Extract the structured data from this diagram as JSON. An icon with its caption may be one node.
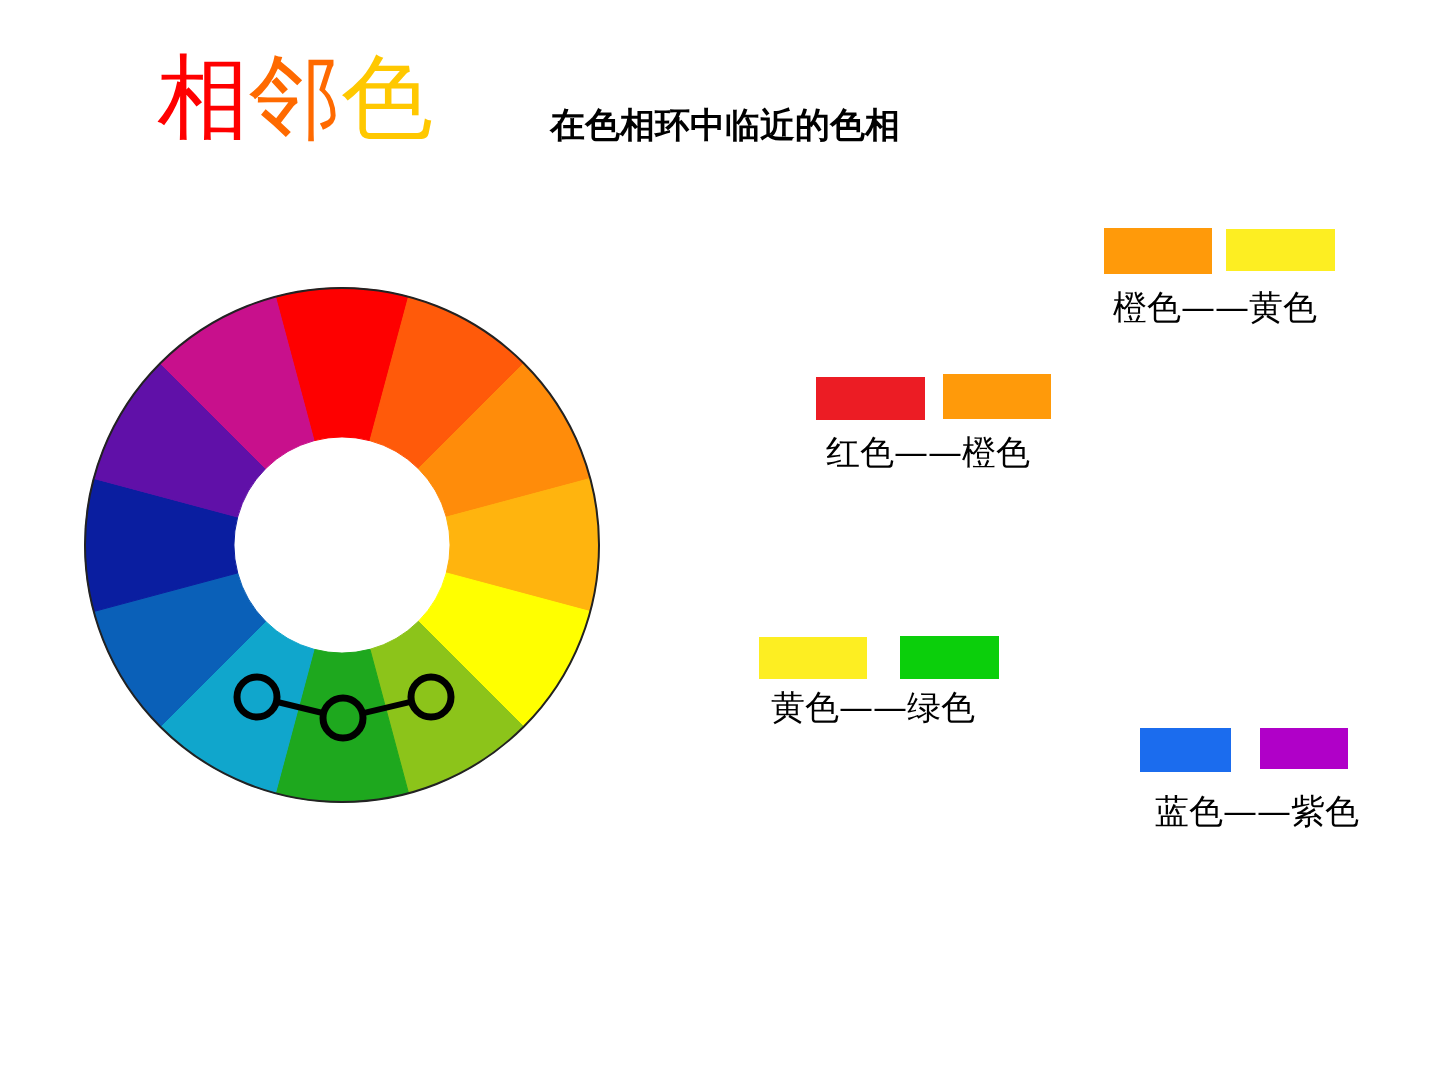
{
  "diagram": {
    "title": "相邻色",
    "nodes": [
      {
        "text": [],
        "shape": "circle"
      },
      {
        "text": [],
        "shape": "circle"
      },
      {
        "text": [],
        "shape": "circle"
      }
    ],
    "edges": [
      {
        "from": 0,
        "to": 1,
        "arrow": "none"
      },
      {
        "from": 1,
        "to": 2,
        "arrow": "none"
      }
    ],
    "labels": [
      "在色相环中临近的色相",
      "橙色——黄色",
      "红色——橙色",
      "黄色——绿色",
      "蓝色——紫色"
    ]
  }
}
